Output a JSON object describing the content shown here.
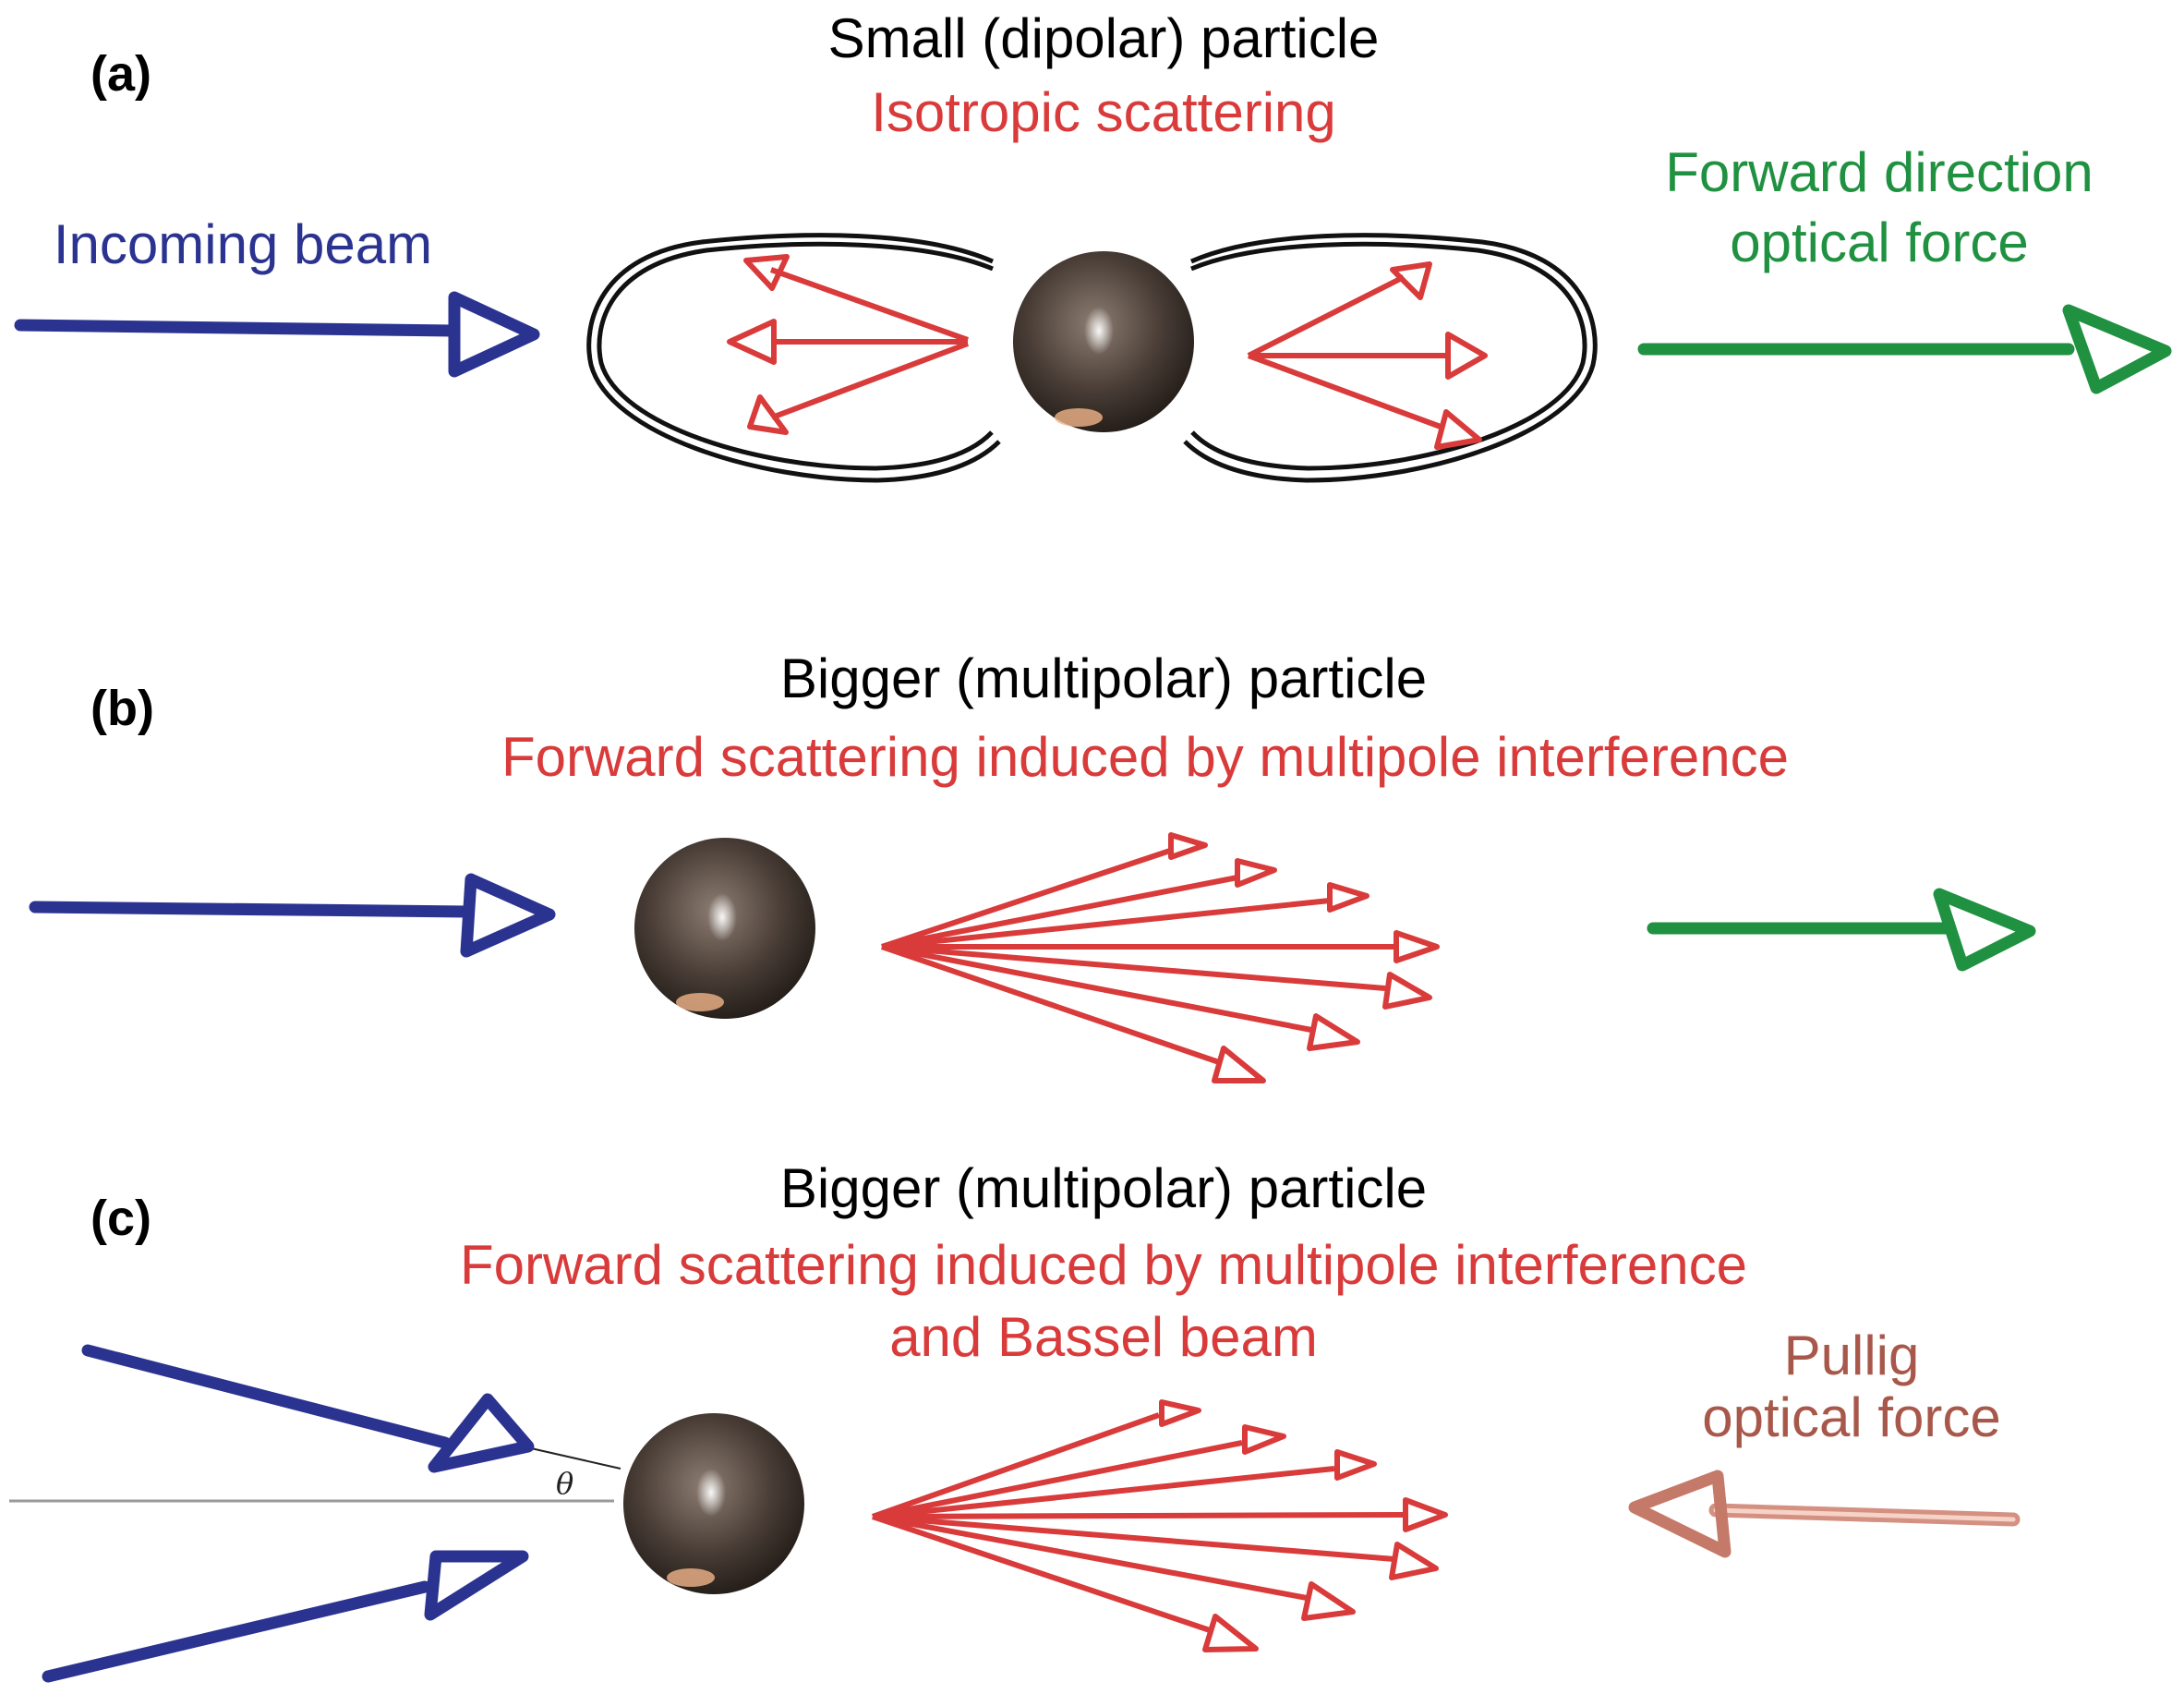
{
  "colors": {
    "blue": "#2b3390",
    "green": "#1f9140",
    "red": "#d93a3a",
    "pull": "#a8584a",
    "black": "#111111"
  },
  "panels": {
    "a": {
      "label": "(a)",
      "title": "Small (dipolar) particle",
      "subtitle": "Isotropic scattering",
      "incoming_label": "Incoming beam",
      "force_label": [
        "Forward direction",
        "optical force"
      ]
    },
    "b": {
      "label": "(b)",
      "title": "Bigger (multipolar) particle",
      "subtitle": "Forward scattering induced by multipole interference"
    },
    "c": {
      "label": "(c)",
      "title": "Bigger (multipolar) particle",
      "subtitle": [
        "Forward scattering induced by multipole interference",
        "and Bassel beam"
      ],
      "force_label": [
        "Pullig",
        "optical force"
      ],
      "angle_symbol": "θ"
    }
  },
  "icons": [
    "particle-sphere",
    "blue-arrow",
    "green-arrow",
    "red-scatter-arrow",
    "pink-arrow"
  ]
}
